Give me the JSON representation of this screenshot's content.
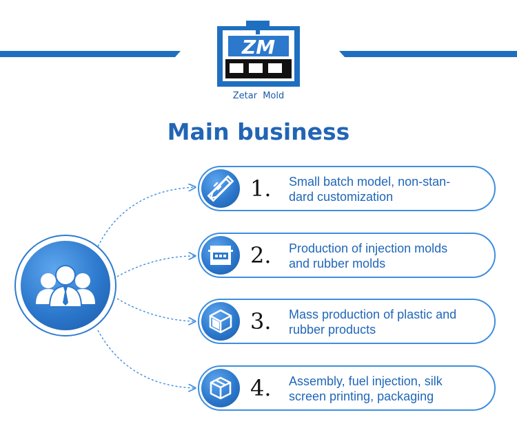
{
  "brand": {
    "name": "Zetar  Mold",
    "monogram": "ZM"
  },
  "title": "Main business",
  "hub": {
    "icon": "group-people-icon"
  },
  "items": [
    {
      "number": "1.",
      "line1": "Small batch model, non-stan-",
      "line2": "dard customization",
      "icon": "ruler-pencil-icon"
    },
    {
      "number": "2.",
      "line1": "Production of injection molds",
      "line2": "and rubber molds",
      "icon": "mold-icon"
    },
    {
      "number": "3.",
      "line1": "Mass production of plastic and",
      "line2": "rubber products",
      "icon": "cube-product-icon"
    },
    {
      "number": "4.",
      "line1": "Assembly, fuel injection, silk",
      "line2": "screen printing, packaging",
      "icon": "package-box-icon"
    }
  ],
  "colors": {
    "primary": "#1f6fc0",
    "text_blue": "#1f66b8",
    "border": "#3d8ee0",
    "number": "#111111"
  }
}
